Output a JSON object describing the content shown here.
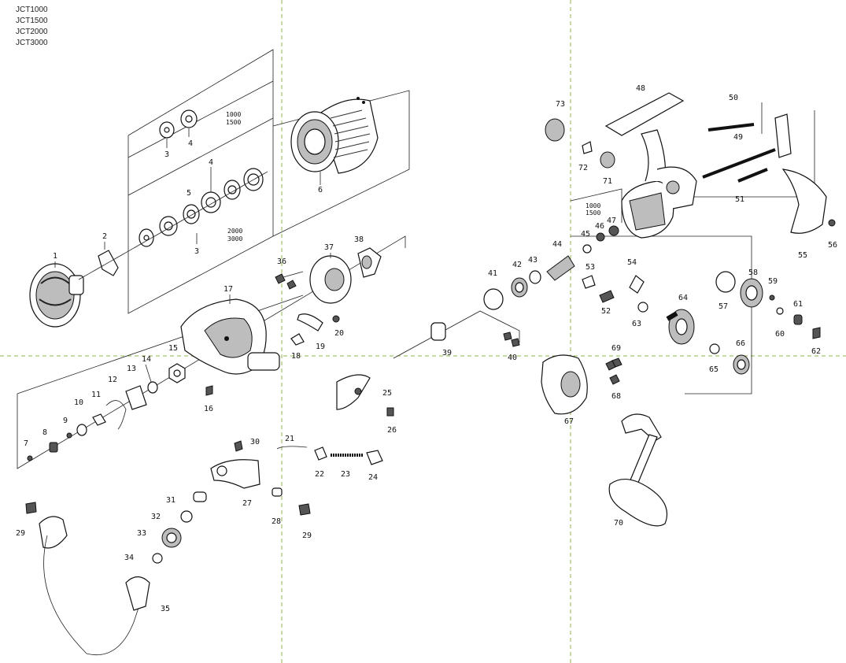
{
  "models": [
    "JCT1000",
    "JCT1500",
    "JCT2000",
    "JCT3000"
  ],
  "notes": {
    "spool_washers_small": [
      "1000",
      "1500"
    ],
    "spool_washers_large": [
      "2000",
      "3000"
    ],
    "body_washers": [
      "1000",
      "1500"
    ]
  },
  "parts": {
    "p1": "1",
    "p2": "2",
    "p3a": "3",
    "p3b": "3",
    "p4a": "4",
    "p4b": "4",
    "p5": "5",
    "p6": "6",
    "p7": "7",
    "p8": "8",
    "p9": "9",
    "p10": "10",
    "p11": "11",
    "p12": "12",
    "p13": "13",
    "p14": "14",
    "p15": "15",
    "p16": "16",
    "p17": "17",
    "p18": "18",
    "p19": "19",
    "p20": "20",
    "p21": "21",
    "p22": "22",
    "p23": "23",
    "p24": "24",
    "p25": "25",
    "p26": "26",
    "p27": "27",
    "p28": "28",
    "p29a": "29",
    "p29b": "29",
    "p30": "30",
    "p31": "31",
    "p32": "32",
    "p33": "33",
    "p34": "34",
    "p35": "35",
    "p36": "36",
    "p37": "37",
    "p38": "38",
    "p39": "39",
    "p40": "40",
    "p41": "41",
    "p42": "42",
    "p43": "43",
    "p44": "44",
    "p45": "45",
    "p46": "46",
    "p47": "47",
    "p48": "48",
    "p49": "49",
    "p50": "50",
    "p51": "51",
    "p52": "52",
    "p53": "53",
    "p54": "54",
    "p55": "55",
    "p56": "56",
    "p57": "57",
    "p58": "58",
    "p59": "59",
    "p60": "60",
    "p61": "61",
    "p62": "62",
    "p63": "63",
    "p64": "64",
    "p65": "65",
    "p66": "66",
    "p67": "67",
    "p68": "68",
    "p69": "69",
    "p70": "70",
    "p71": "71",
    "p72": "72",
    "p73": "73"
  },
  "colors": {
    "guide_line": "#8fb34a",
    "ink": "#111111",
    "shade": "#bdbdbd"
  }
}
